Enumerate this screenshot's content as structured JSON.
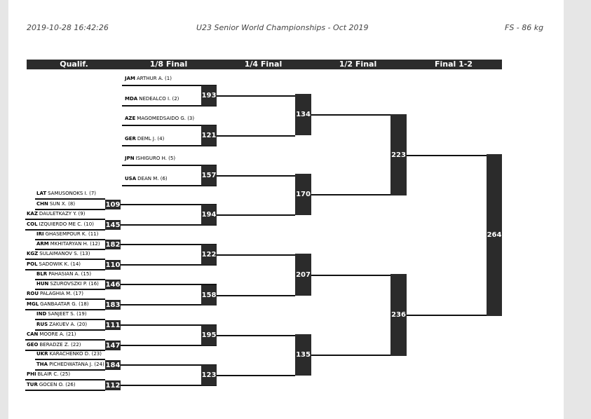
{
  "header": {
    "timestamp": "2019-10-28 16:42:26",
    "event": "U23 Senior World Championships - Oct 2019",
    "category": "FS - 86 kg"
  },
  "rounds": [
    "Qualif.",
    "1/8 Final",
    "1/4 Final",
    "1/2 Final",
    "Final 1-2"
  ],
  "wrestlers": [
    {
      "country": "JAM",
      "name": "ARTHUR A. (1)"
    },
    {
      "country": "MDA",
      "name": "NEDEALCO I. (2)"
    },
    {
      "country": "AZE",
      "name": "MAGOMEDSAIDO G. (3)"
    },
    {
      "country": "GER",
      "name": "DEML J. (4)"
    },
    {
      "country": "JPN",
      "name": "ISHIGURO H. (5)"
    },
    {
      "country": "USA",
      "name": "DEAN M. (6)"
    },
    {
      "country": "LAT",
      "name": "SAMUSONOKS I. (7)"
    },
    {
      "country": "CHN",
      "name": "SUN X. (8)"
    },
    {
      "country": "KAZ",
      "name": "DAULETKAZY Y. (9)"
    },
    {
      "country": "COL",
      "name": "IZQUIERDO ME C. (10)"
    },
    {
      "country": "IRI",
      "name": "GHASEMPOUR K. (11)"
    },
    {
      "country": "ARM",
      "name": "MKHITARYAN H. (12)"
    },
    {
      "country": "KGZ",
      "name": "SULAIMANOV S. (13)"
    },
    {
      "country": "POL",
      "name": "SADOWIK K. (14)"
    },
    {
      "country": "BLR",
      "name": "PAHASIAN A. (15)"
    },
    {
      "country": "HUN",
      "name": "SZUROVSZKI P. (16)"
    },
    {
      "country": "ROU",
      "name": "PALAGHIA M. (17)"
    },
    {
      "country": "MGL",
      "name": "GANBAATAR G. (18)"
    },
    {
      "country": "IND",
      "name": "SANJEET S. (19)"
    },
    {
      "country": "RUS",
      "name": "ZAKUEV A. (20)"
    },
    {
      "country": "CAN",
      "name": "MOORE A. (21)"
    },
    {
      "country": "GEO",
      "name": "BERADZE Z. (22)"
    },
    {
      "country": "UKR",
      "name": "KARACHENKO D. (23)"
    },
    {
      "country": "THA",
      "name": "PICHEDWATANA J. (24)"
    },
    {
      "country": "PHI",
      "name": "BLAIR C. (25)"
    },
    {
      "country": "TUR",
      "name": "GOCEN O. (26)"
    }
  ],
  "bouts": {
    "qualif": [
      "109",
      "145",
      "182",
      "110",
      "146",
      "183",
      "111",
      "147",
      "184",
      "112"
    ],
    "r16": [
      "193",
      "121",
      "157",
      "194",
      "122",
      "158",
      "195",
      "123"
    ],
    "qf": [
      "134",
      "170",
      "207",
      "135"
    ],
    "sf": [
      "223",
      "236"
    ],
    "final": [
      "264"
    ]
  }
}
